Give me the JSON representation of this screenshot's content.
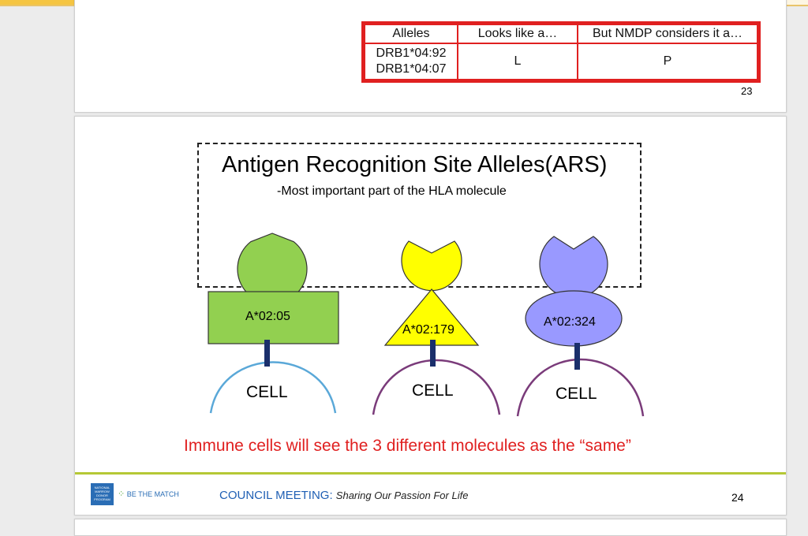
{
  "slide23": {
    "table": {
      "headers": [
        "Alleles",
        "Looks like a…",
        "But NMDP considers it a…"
      ],
      "row": {
        "alleles": [
          "DRB1*04:92",
          "DRB1*04:07"
        ],
        "looks_like": "L",
        "nmdp_considers": "P"
      }
    },
    "page_number": "23"
  },
  "slide24": {
    "title": "Antigen Recognition Site Alleles(ARS)",
    "subtitle": "-Most important part of the HLA molecule",
    "molecules": [
      {
        "label": "A*02:05",
        "shape": "rectangle",
        "color": "#92d050",
        "cell_label": "CELL",
        "arc_color": "#5aa8d8"
      },
      {
        "label": "A*02:179",
        "shape": "triangle",
        "color": "#ffff00",
        "cell_label": "CELL",
        "arc_color": "#7a3b7a"
      },
      {
        "label": "A*02:324",
        "shape": "ellipse",
        "color": "#9999ff",
        "cell_label": "CELL",
        "arc_color": "#7a3b7a"
      }
    ],
    "caption": "Immune cells will see the 3 different molecules as the “same”",
    "footer": {
      "logo_text": "NATIONAL MARROW DONOR PROGRAM",
      "be_the_match": "BE THE MATCH",
      "council_label": "COUNCIL MEETING:",
      "council_tagline": "Sharing Our Passion For Life"
    },
    "page_number": "24"
  },
  "colors": {
    "accent_red": "#e02020",
    "footer_blue": "#1f5fb4",
    "footer_line": "#b5c835",
    "stem": "#1a2f6b"
  }
}
